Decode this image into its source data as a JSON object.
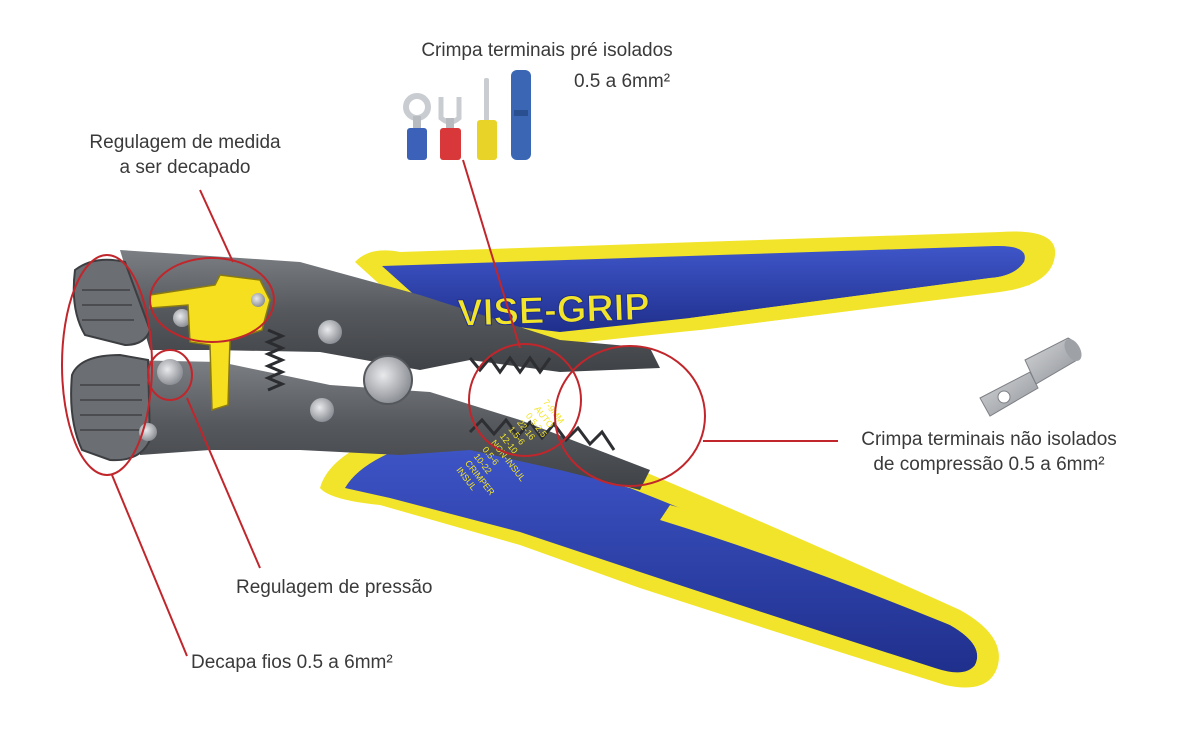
{
  "brand": {
    "name": "VISE-GRIP"
  },
  "handle_marking": {
    "lines": [
      "INSUL",
      "CRIMPER",
      "10-22",
      "0.5-6",
      "NON-INSUL",
      "12-10",
      "1.5-6",
      "22-16",
      "0.5-2.5",
      "AUTO",
      "7-9MM"
    ]
  },
  "callouts": {
    "insulated_crimp": {
      "line1": "Crimpa terminais pré isolados",
      "line2": "0.5 a 6mm²"
    },
    "strip_length": {
      "line1": "Regulagem de medida",
      "line2": "a ser decapado"
    },
    "noninsulated_crimp": {
      "line1": "Crimpa terminais não isolados",
      "line2": "de compressão 0.5 a 6mm²"
    },
    "pressure": {
      "line1": "Regulagem de pressão"
    },
    "strip_wires": {
      "line1": "Decapa fios 0.5 a 6mm²"
    }
  },
  "colors": {
    "handle_blue": "#2b3fa8",
    "handle_yellow": "#f2e42a",
    "leader_red": "#c0262b",
    "metal": "#5f6266",
    "text": "#3a3a3a"
  }
}
